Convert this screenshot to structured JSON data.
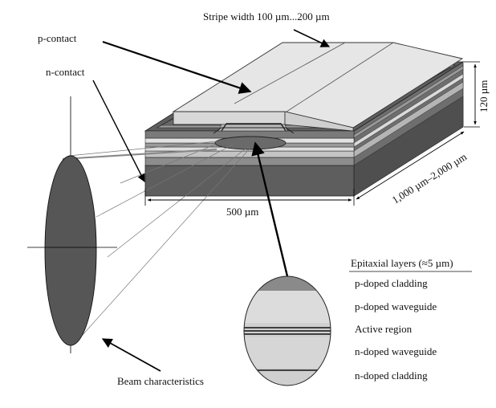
{
  "labels": {
    "stripe_width": "Stripe width 100 µm...200 µm",
    "p_contact": "p-contact",
    "n_contact": "n-contact",
    "width": "500 µm",
    "length": "1,000 µm–2,000 µm",
    "height": "120 µm",
    "beam": "Beam characteristics"
  },
  "legend": {
    "title": "Epitaxial layers (≈5 µm)",
    "items": [
      "p-doped cladding",
      "p-doped waveguide",
      "Active region",
      "n-doped waveguide",
      "n-doped cladding"
    ]
  },
  "colors": {
    "dark": "#5a5a5a",
    "mid": "#8c8c8c",
    "light": "#c8c8c8",
    "lighter": "#dcdcdc",
    "line": "#000000"
  }
}
